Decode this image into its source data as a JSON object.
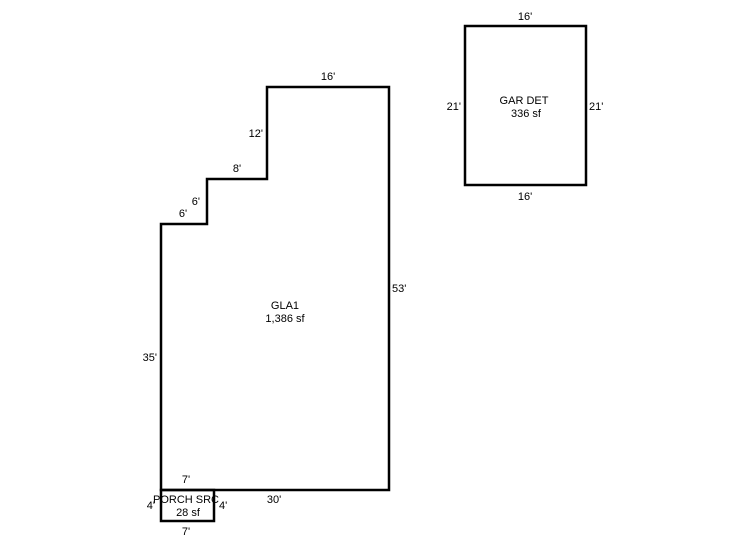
{
  "colors": {
    "background": "#ffffff",
    "line": "#000000"
  },
  "areas": {
    "gla": {
      "name": "GLA1",
      "area": "1,386 sf"
    },
    "garage": {
      "name": "GAR DET",
      "area": "336 sf"
    },
    "porch": {
      "name": "PORCH SRC",
      "area": "28 sf"
    }
  },
  "dimensions": {
    "gla": {
      "top": "16'",
      "step_upper_vertical": "12'",
      "step_upper_horizontal": "8'",
      "step_lower_vertical": "6'",
      "step_lower_horizontal": "6'",
      "left": "35'",
      "right": "53'",
      "bottom": "30'"
    },
    "garage": {
      "top": "16'",
      "bottom": "16'",
      "left": "21'",
      "right": "21'"
    },
    "porch": {
      "top": "7'",
      "bottom": "7'",
      "left": "4'",
      "right": "4'"
    }
  }
}
